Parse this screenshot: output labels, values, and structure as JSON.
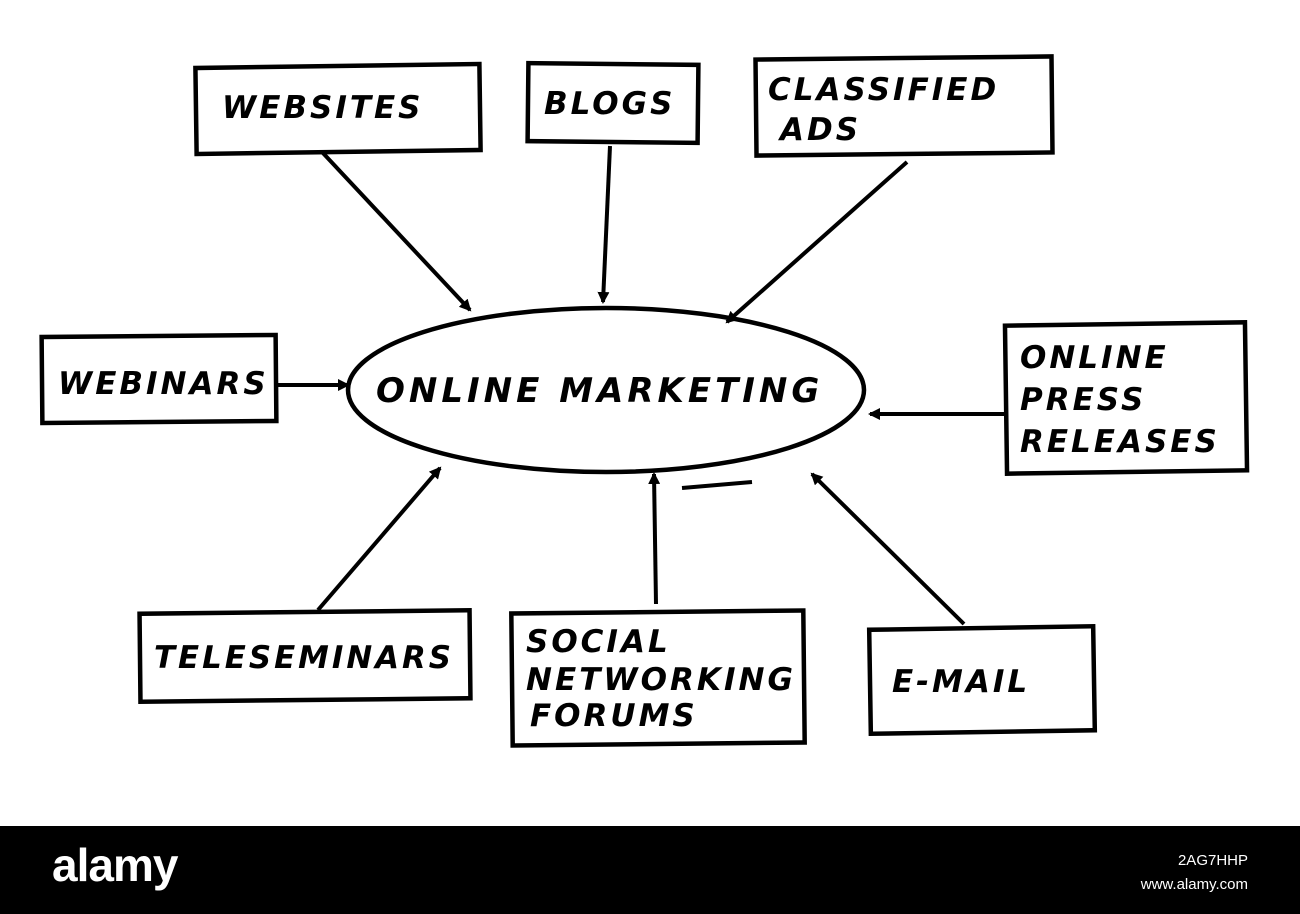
{
  "diagram": {
    "center": "ONLINE MARKETING",
    "nodes": [
      {
        "id": "websites",
        "lines": [
          "WEBSITES"
        ]
      },
      {
        "id": "blogs",
        "lines": [
          "BLOGS"
        ]
      },
      {
        "id": "classified-ads",
        "lines": [
          "CLASSIFIED",
          "ADS"
        ]
      },
      {
        "id": "webinars",
        "lines": [
          "WEBINARS"
        ]
      },
      {
        "id": "online-press-releases",
        "lines": [
          "ONLINE",
          "PRESS",
          "RELEASES"
        ]
      },
      {
        "id": "teleseminars",
        "lines": [
          "TELESEMINARS"
        ]
      },
      {
        "id": "social-networking-forums",
        "lines": [
          "SOCIAL",
          "NETWORKING",
          "FORUMS"
        ]
      },
      {
        "id": "e-mail",
        "lines": [
          "E-MAIL"
        ]
      }
    ],
    "arrows": [
      {
        "from": "websites",
        "to": "center"
      },
      {
        "from": "blogs",
        "to": "center"
      },
      {
        "from": "classified-ads",
        "to": "center"
      },
      {
        "from": "webinars",
        "to": "center"
      },
      {
        "from": "online-press-releases",
        "to": "center"
      },
      {
        "from": "teleseminars",
        "to": "center"
      },
      {
        "from": "social-networking-forums",
        "to": "center"
      },
      {
        "from": "e-mail",
        "to": "center"
      }
    ]
  },
  "footer": {
    "logo": "alamy",
    "image_id": "2AG7HHP",
    "url": "www.alamy.com"
  },
  "colors": {
    "ink": "#000000",
    "paper": "#ffffff",
    "footer_bg": "#000000",
    "footer_text": "#ffffff"
  }
}
